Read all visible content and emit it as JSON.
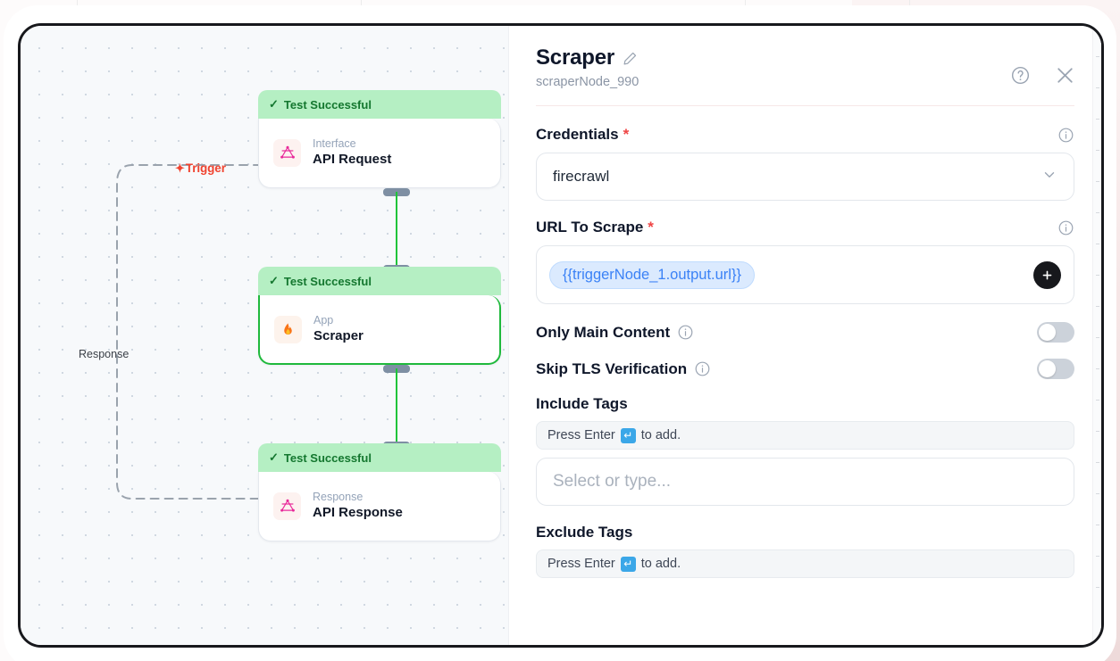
{
  "canvas": {
    "trigger_label": "Trigger",
    "response_label": "Response",
    "nodes": [
      {
        "status": "Test Successful",
        "kind": "Interface",
        "title": "API Request",
        "icon": "graphql-icon",
        "selected": false
      },
      {
        "status": "Test Successful",
        "kind": "App",
        "title": "Scraper",
        "icon": "flame-icon",
        "selected": true
      },
      {
        "status": "Test Successful",
        "kind": "Response",
        "title": "API Response",
        "icon": "graphql-icon",
        "selected": false
      }
    ]
  },
  "panel": {
    "title": "Scraper",
    "node_id": "scraperNode_990",
    "help_icon": "question-circle-icon",
    "close_icon": "close-icon",
    "edit_icon": "pencil-icon",
    "fields": {
      "credentials": {
        "label": "Credentials",
        "required": "*",
        "value": "firecrawl",
        "info_icon": "info-icon",
        "chevron_icon": "chevron-down-icon"
      },
      "url_to_scrape": {
        "label": "URL To Scrape",
        "required": "*",
        "token": "{{triggerNode_1.output.url}}",
        "add_label": "+",
        "info_icon": "info-icon"
      },
      "only_main_content": {
        "label": "Only Main Content",
        "info_icon": "info-icon",
        "enabled": false
      },
      "skip_tls_verification": {
        "label": "Skip TLS Verification",
        "info_icon": "info-icon",
        "enabled": false
      },
      "include_tags": {
        "label": "Include Tags",
        "hint_prefix": "Press Enter",
        "hint_key": "↵",
        "hint_suffix": "to add.",
        "placeholder": "Select or type..."
      },
      "exclude_tags": {
        "label": "Exclude Tags",
        "hint_prefix": "Press Enter",
        "hint_key": "↵",
        "hint_suffix": "to add."
      }
    }
  },
  "colors": {
    "success_green": "#14772f",
    "success_bg": "#b5efc3",
    "connector_green": "#20c43a",
    "trigger_red": "#f0432f",
    "token_blue": "#3b82f6",
    "accent_dark": "#17181c"
  }
}
